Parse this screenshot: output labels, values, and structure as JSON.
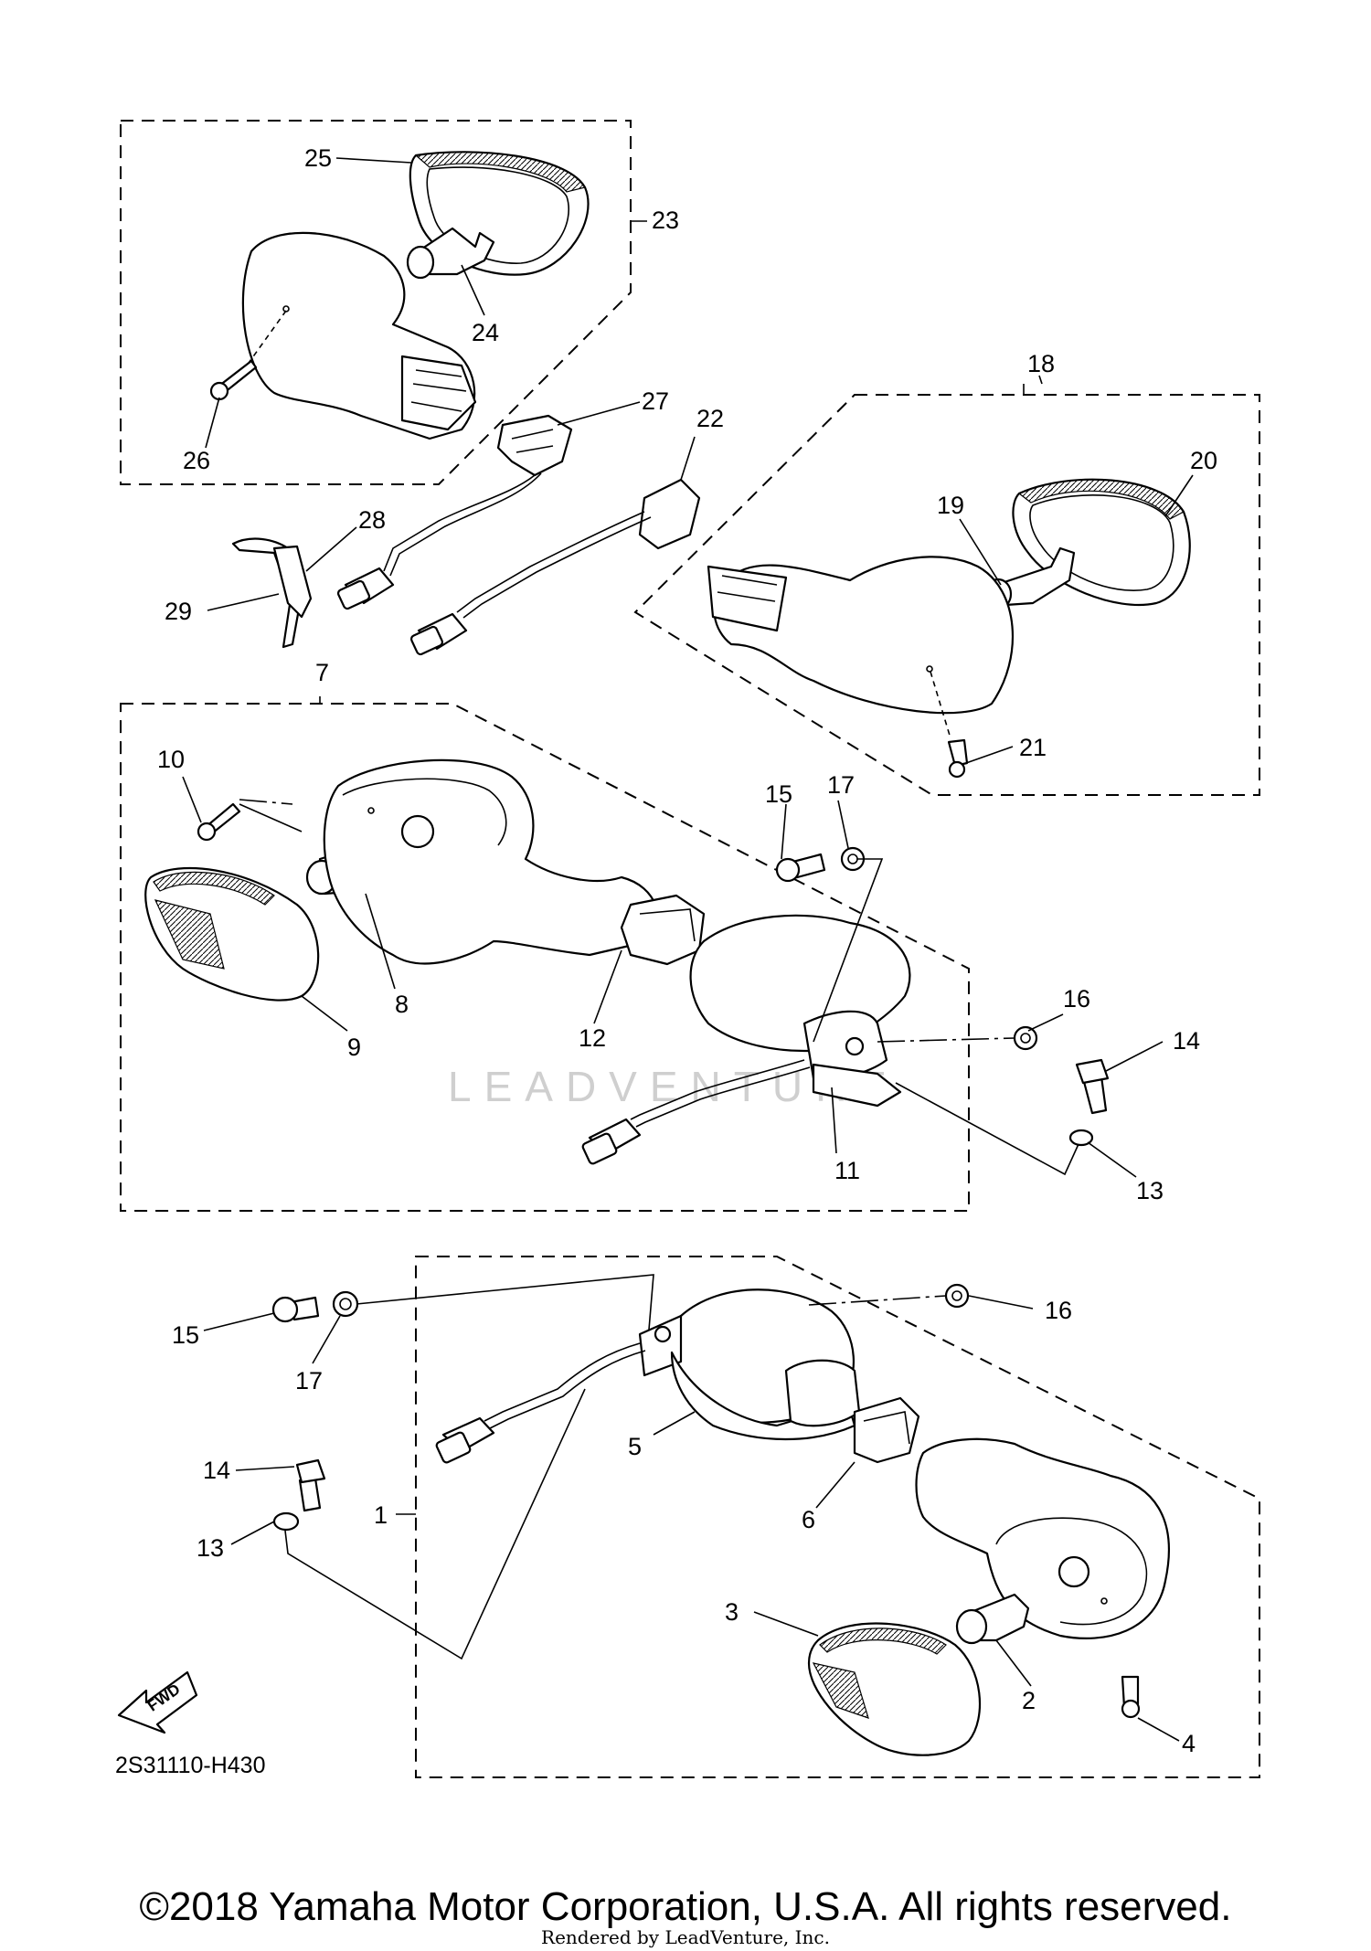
{
  "diagram_code": "2S31110-H430",
  "fwd_label": "FWD",
  "watermark": "LEADVENTURE",
  "copyright": "©2018 Yamaha Motor Corporation, U.S.A. All rights reserved.",
  "rendered_by": "Rendered by LeadVenture, Inc.",
  "callouts": {
    "c1": "1",
    "c2": "2",
    "c3": "3",
    "c4": "4",
    "c5": "5",
    "c6": "6",
    "c7": "7",
    "c8": "8",
    "c9": "9",
    "c10": "10",
    "c11": "11",
    "c12": "12",
    "c13a": "13",
    "c13b": "13",
    "c14a": "14",
    "c14b": "14",
    "c15a": "15",
    "c15b": "15",
    "c16a": "16",
    "c16b": "16",
    "c17a": "17",
    "c17b": "17",
    "c18": "18",
    "c19": "19",
    "c20": "20",
    "c21": "21",
    "c22": "22",
    "c23": "23",
    "c24": "24",
    "c25": "25",
    "c26": "26",
    "c27": "27",
    "c28": "28",
    "c29": "29"
  }
}
